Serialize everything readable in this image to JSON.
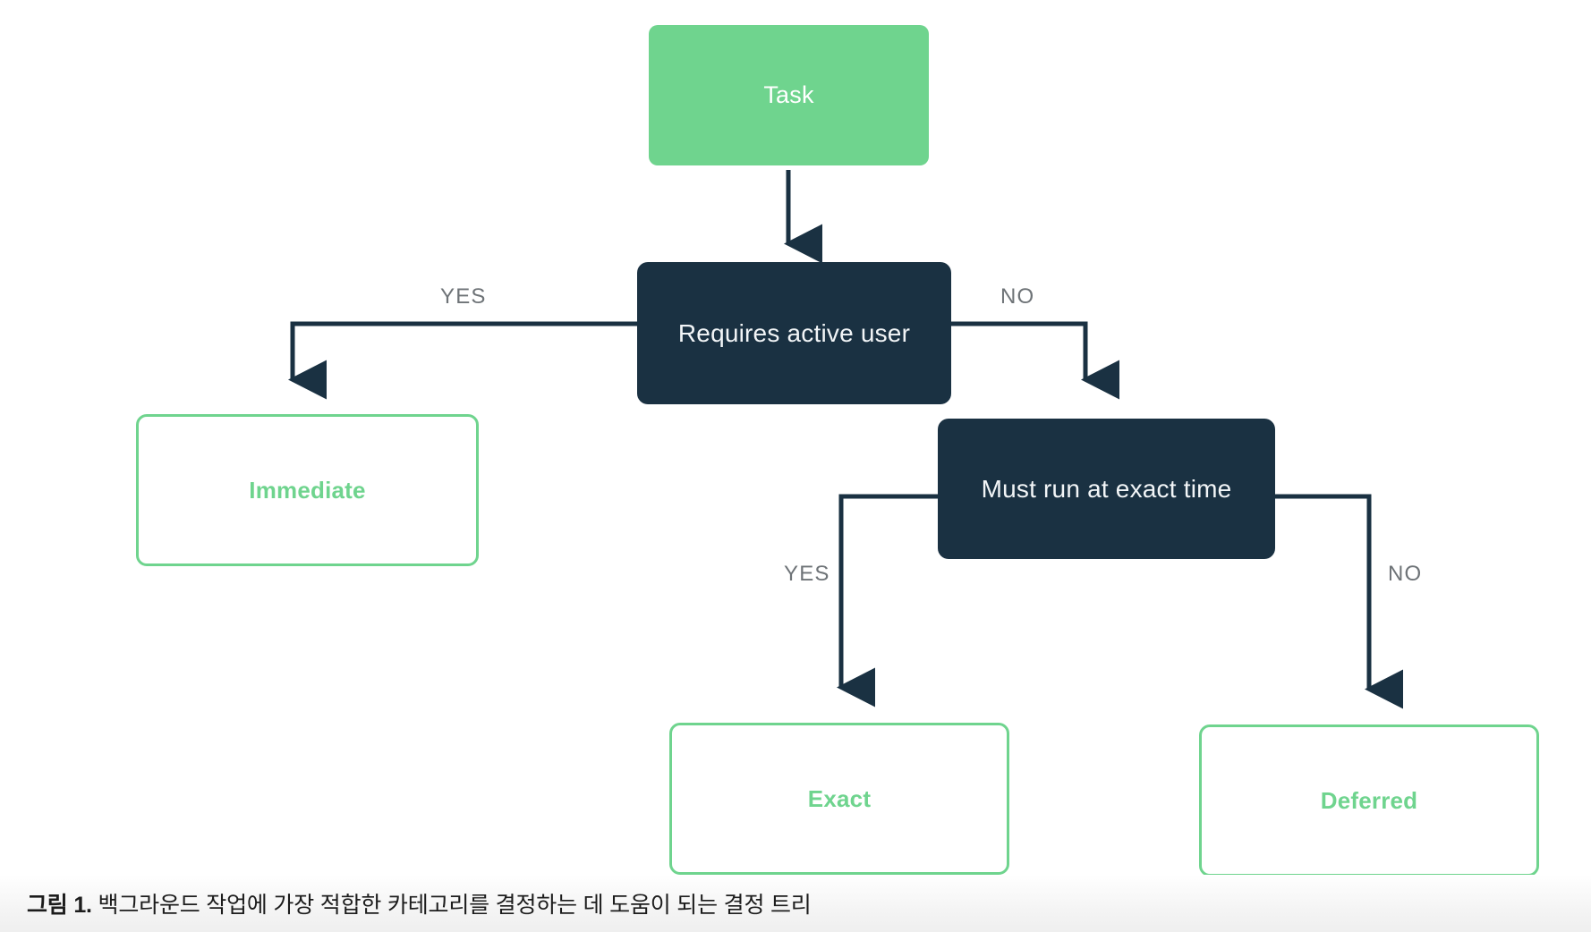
{
  "figure": {
    "type": "decision-tree",
    "caption_prefix": "그림 1.",
    "caption_body": " 백그라운드 작업에 가장 적합한 카테고리를 결정하는 데 도움이 되는 결정 트리"
  },
  "colors": {
    "green": "#6FD48E",
    "navy": "#1A3142",
    "label_gray": "#6E7377",
    "canvas": "#ffffff",
    "caption_bg": "#efefef"
  },
  "nodes": {
    "root": {
      "label": "Task",
      "kind": "start"
    },
    "decision_active_user": {
      "label": "Requires active user",
      "kind": "decision"
    },
    "decision_exact_time": {
      "label": "Must run at exact time",
      "kind": "decision"
    },
    "outcome_immediate": {
      "label": "Immediate",
      "kind": "outcome"
    },
    "outcome_exact": {
      "label": "Exact",
      "kind": "outcome"
    },
    "outcome_deferred": {
      "label": "Deferred",
      "kind": "outcome"
    }
  },
  "edges": {
    "root_to_decision1": {
      "label": ""
    },
    "decision1_yes": {
      "label": "YES",
      "from": "decision_active_user",
      "to": "outcome_immediate"
    },
    "decision1_no": {
      "label": "NO",
      "from": "decision_active_user",
      "to": "decision_exact_time"
    },
    "decision2_yes": {
      "label": "YES",
      "from": "decision_exact_time",
      "to": "outcome_exact"
    },
    "decision2_no": {
      "label": "NO",
      "from": "decision_exact_time",
      "to": "outcome_deferred"
    }
  }
}
